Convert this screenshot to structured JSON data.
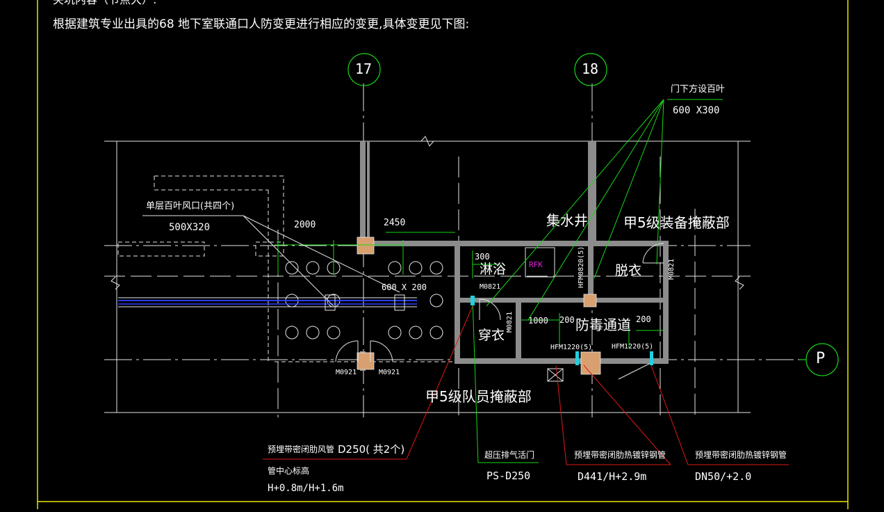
{
  "header": {
    "top_cut": "夹坑内容（节点大）:",
    "description": "根据建筑专业出具的68  地下室联通口人防变更进行相应的变更,具体变更见下图:"
  },
  "axes": {
    "a17": "17",
    "a18": "18",
    "aP": "P"
  },
  "rooms": {
    "shower": "淋浴",
    "sump": "集水井",
    "equipment_shelter": "甲5级装备掩蔽部",
    "undress": "脱衣",
    "dress": "穿衣",
    "gas_corridor": "防毒通道",
    "personnel_shelter": "甲5级队员掩蔽部",
    "rfk": "RFK"
  },
  "dims": {
    "d2000": "2000",
    "d2450": "2450",
    "d300": "300",
    "d1000": "1000",
    "d200a": "200",
    "d200b": "200",
    "d600x200": "600 X 200"
  },
  "doors": {
    "m0821a": "M0821",
    "m0821b": "M0821",
    "m0821c": "M0821",
    "hfm0820": "HFM0820(5)",
    "hfm1220a": "HFM1220(5)",
    "hfm1220b": "HFM1220(5)",
    "m0921a": "M0921",
    "m0921b": "M0921"
  },
  "notes": {
    "louver_title": "单层百叶风口(共四个)",
    "louver_size": "500X320",
    "door_louver_title": "门下方设百叶",
    "door_louver_size": "600 X300",
    "duct_title": "预埋带密闭肋风管",
    "duct_size": "D250( 共2个)",
    "duct_center": "管中心标高",
    "duct_elev": "H+0.8m/H+1.6m",
    "relief_title": "超压排气活门",
    "relief_size": "PS-D250",
    "pipe1_title": "预埋带密闭肋热镀锌钢管",
    "pipe1_size": "D441/H+2.9m",
    "pipe2_title": "预埋带密闭肋热镀锌钢管",
    "pipe2_size": "DN50/+2.0"
  },
  "colors": {
    "background": "#000000",
    "wall": "#8c8c8c",
    "grid": "#ffffff",
    "leader_green": "#18d818",
    "leader_red": "#e01818",
    "duct_blue": "#2a3cff",
    "column": "#d8a070",
    "frame": "#e8e800",
    "magenta": "#e020e0"
  }
}
